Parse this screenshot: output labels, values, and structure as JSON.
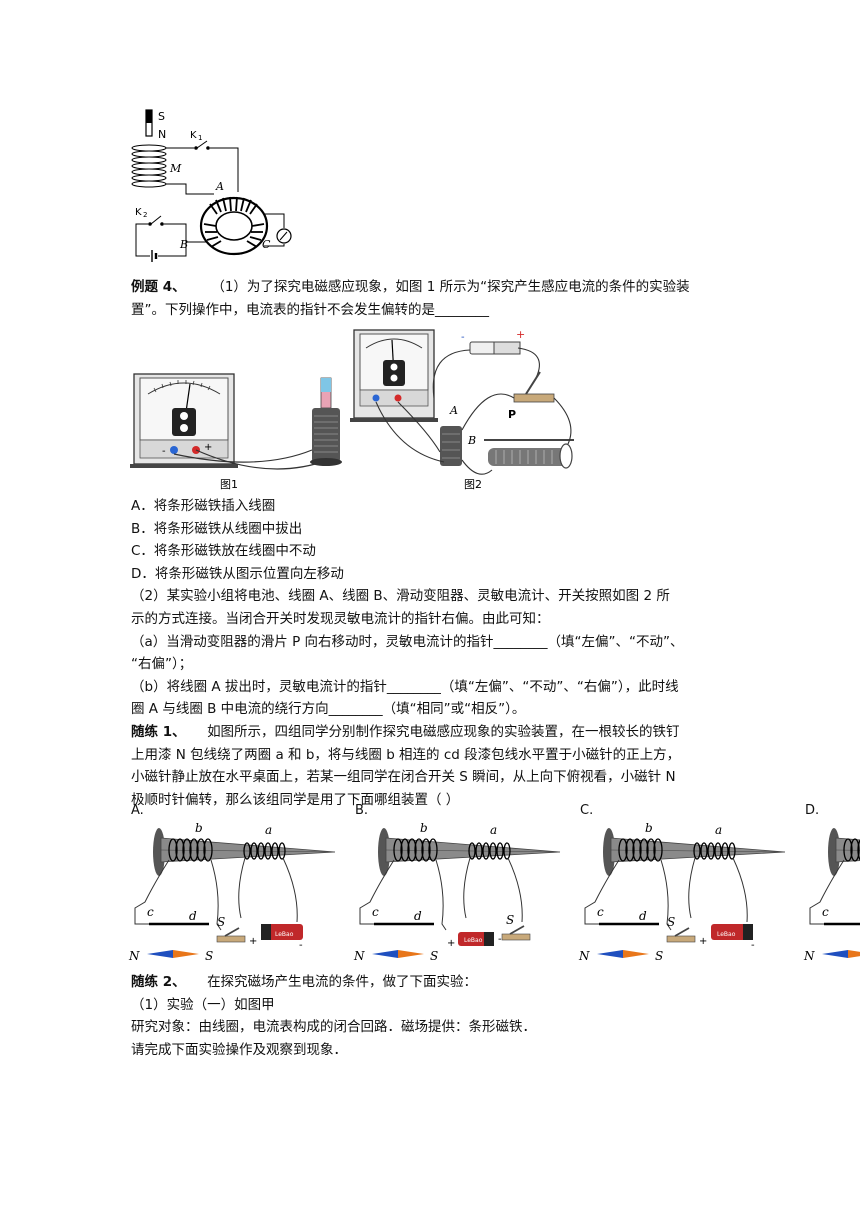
{
  "figure_top": {
    "labels": {
      "s": "S",
      "n": "N",
      "k1": "K",
      "k1_sub": "1",
      "m": "M",
      "a": "A",
      "k2": "K",
      "k2_sub": "2",
      "b": "B",
      "c": "C"
    }
  },
  "example4": {
    "heading": "例题 4、",
    "part1_line1": "（1）为了探究电磁感应现象，如图 1 所示为“探究产生感应电流的条件的实验装",
    "part1_line2": "置”。下列操作中，电流表的指针不会发生偏转的是________",
    "fig_labels": {
      "fig1": "图1",
      "fig2": "图2",
      "a": "A",
      "b": "B",
      "p": "P",
      "plus": "+",
      "minus": "-",
      "fig1_minus": "-",
      "fig1_plus": "+"
    },
    "options": [
      "A．将条形磁铁插入线圈",
      "B．将条形磁铁从线圈中拔出",
      "C．将条形磁铁放在线圈中不动",
      "D．将条形磁铁从图示位置向左移动"
    ],
    "part2_line1": "（2）某实验小组将电池、线圈 A、线圈 B、滑动变阻器、灵敏电流计、开关按照如图 2 所",
    "part2_line2": "示的方式连接。当闭合开关时发现灵敏电流计的指针右偏。由此可知：",
    "part2a_line1": "（a）当滑动变阻器的滑片 P 向右移动时，灵敏电流计的指针________（填“左偏”、“不动”、",
    "part2a_line2": "“右偏”）；",
    "part2b_line1": "（b）将线圈 A 拔出时，灵敏电流计的指针________（填“左偏”、“不动”、“右偏”），此时线",
    "part2b_line2": "圈 A 与线圈 B 中电流的绕行方向________（填“相同”或“相反”）。"
  },
  "practice1": {
    "heading": "随练 1、",
    "line1": "如图所示，四组同学分别制作探究电磁感应现象的实验装置，在一根较长的铁钉",
    "line2": "上用漆 N 包线绕了两圈 a 和 b，将与线圈 b 相连的 cd 段漆包线水平置于小磁针的正上方，",
    "line3": "小磁针静止放在水平桌面上，若某一组同学在闭合开关 S 瞬间，从上向下俯视看，小磁针 N",
    "line4": "极顺时针偏转，那么该组同学是用了下面哪组装置（    ）",
    "option_letters": [
      "A.",
      "B.",
      "C.",
      "D."
    ],
    "diagram_labels": {
      "a": "a",
      "b": "b",
      "c": "c",
      "d": "d",
      "s": "S",
      "north": "N",
      "south": "S",
      "plus": "+",
      "minus": "-",
      "battery": "LeBao"
    }
  },
  "practice2": {
    "heading": "随练 2、",
    "line1": "在探究磁场产生电流的条件，做了下面实验：",
    "line2": "（1）实验（一）如图甲",
    "line3": "研究对象：由线圈，电流表构成的闭合回路．磁场提供：条形磁铁．",
    "line4": "请完成下面实验操作及观察到现象．"
  },
  "colors": {
    "needle_blue": "#1f4fbf",
    "needle_orange": "#e8761a",
    "battery_red": "#c0282a",
    "meter_blue": "#2a66d4",
    "meter_red": "#d42a2a",
    "magnet_pink": "#e9a3b5",
    "magnet_blue": "#7fc6e6"
  }
}
